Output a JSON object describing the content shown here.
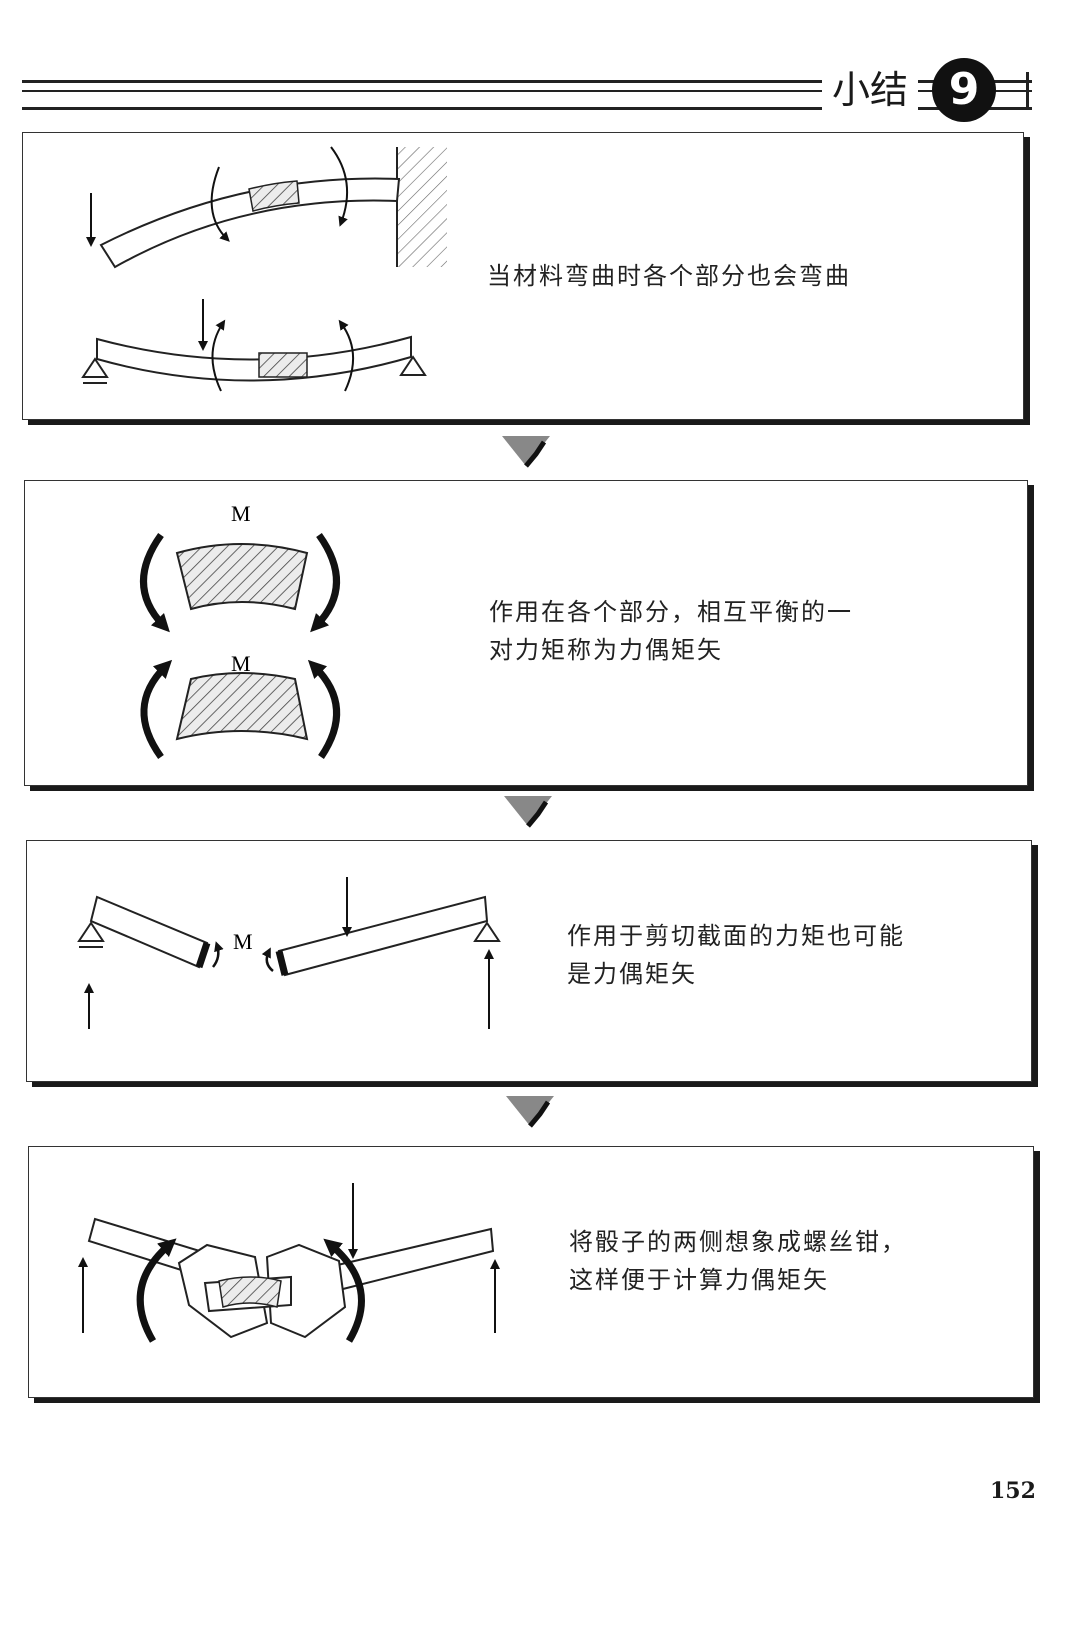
{
  "header": {
    "section_title": "小结",
    "section_number": "9"
  },
  "panels": [
    {
      "text": "当材料弯曲时各个部分也会弯曲"
    },
    {
      "moment_label_top": "M",
      "moment_label_bottom": "M",
      "text_line1": "作用在各个部分，相互平衡的一",
      "text_line2": "对力矩称为力偶矩矢"
    },
    {
      "moment_label": "M",
      "text_line1": "作用于剪切截面的力矩也可能",
      "text_line2": "是力偶矩矢"
    },
    {
      "text_line1": "将骰子的两侧想象成螺丝钳，",
      "text_line2": "这样便于计算力偶矩矢"
    }
  ],
  "page_number": "152"
}
